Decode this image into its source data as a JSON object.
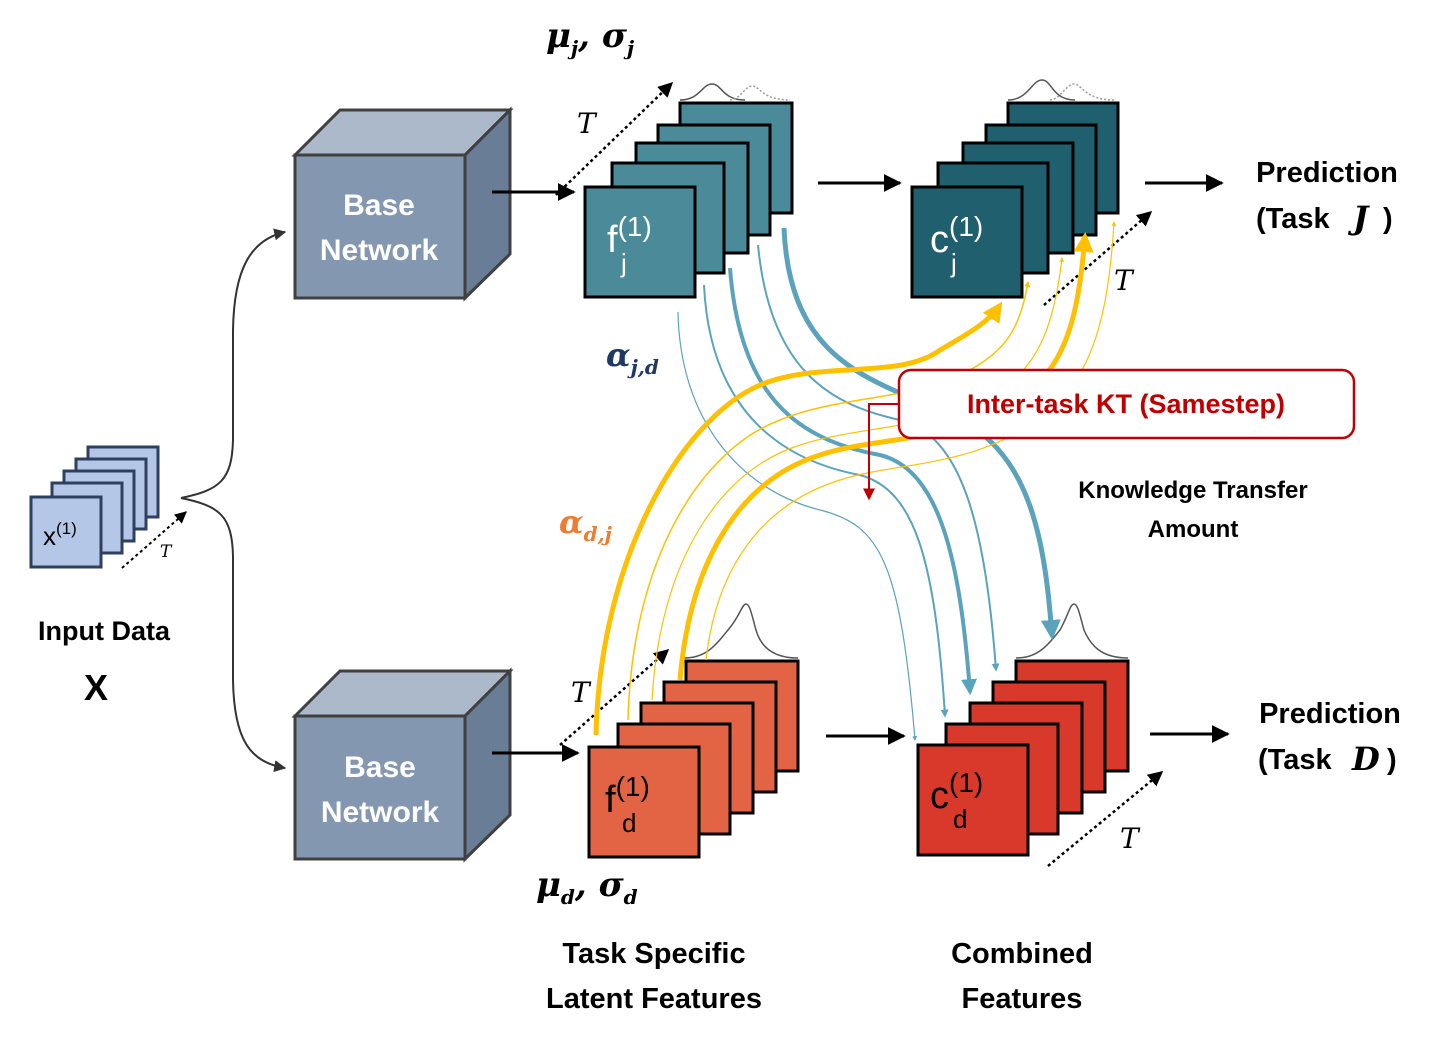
{
  "input": {
    "frame_label": "x",
    "frame_sup": "(1)",
    "title": "Input Data",
    "symbol": "X",
    "time_label": "T"
  },
  "base_network": {
    "label_line1": "Base",
    "label_line2": "Network"
  },
  "task_j": {
    "mu_sigma": "μ",
    "mu_sub": "j",
    "sigma": "σ",
    "sigma_sub": "j",
    "feature_base": "f",
    "feature_sub": "j",
    "feature_sup": "(1)",
    "combined_base": "c",
    "combined_sub": "j",
    "combined_sup": "(1)",
    "time_label_feat": "T",
    "time_label_comb": "T",
    "prediction_line1": "Prediction",
    "prediction_line2_prefix": "(Task",
    "prediction_line2_symbol": "J",
    "prediction_line2_suffix": ")",
    "alpha": "α",
    "alpha_sub": "j,d"
  },
  "task_d": {
    "mu_sigma": "μ",
    "mu_sub": "d",
    "sigma": "σ",
    "sigma_sub": "d",
    "feature_base": "f",
    "feature_sub": "d",
    "feature_sup": "(1)",
    "combined_base": "c",
    "combined_sub": "d",
    "combined_sup": "(1)",
    "time_label_feat": "T",
    "time_label_comb": "T",
    "prediction_line1": "Prediction",
    "prediction_line2_prefix": "(Task",
    "prediction_line2_symbol": "D",
    "prediction_line2_suffix": ")",
    "alpha": "α",
    "alpha_sub": "d,j"
  },
  "annotations": {
    "kt_box": "Inter-task KT (Samestep)",
    "kt_amount_line1": "Knowledge Transfer",
    "kt_amount_line2": "Amount",
    "latent_line1": "Task Specific",
    "latent_line2": "Latent Features",
    "combined_line1": "Combined",
    "combined_line2": "Features"
  },
  "colors": {
    "input_fill": "#b4c7e7",
    "input_stroke": "#2f3f5f",
    "cube_front": "#8497b0",
    "cube_top": "#acb9ca",
    "cube_side": "#6a7d96",
    "teal_feat": "#4a8a99",
    "teal_comb": "#1f5f6e",
    "red_feat": "#e26445",
    "red_comb": "#d9392a",
    "yellow_arrow": "#ffc000",
    "blue_arrow": "#5ba3bd",
    "kt_red": "#c00000",
    "alpha_jd": "#1f3864",
    "alpha_dj": "#ed7d31"
  }
}
